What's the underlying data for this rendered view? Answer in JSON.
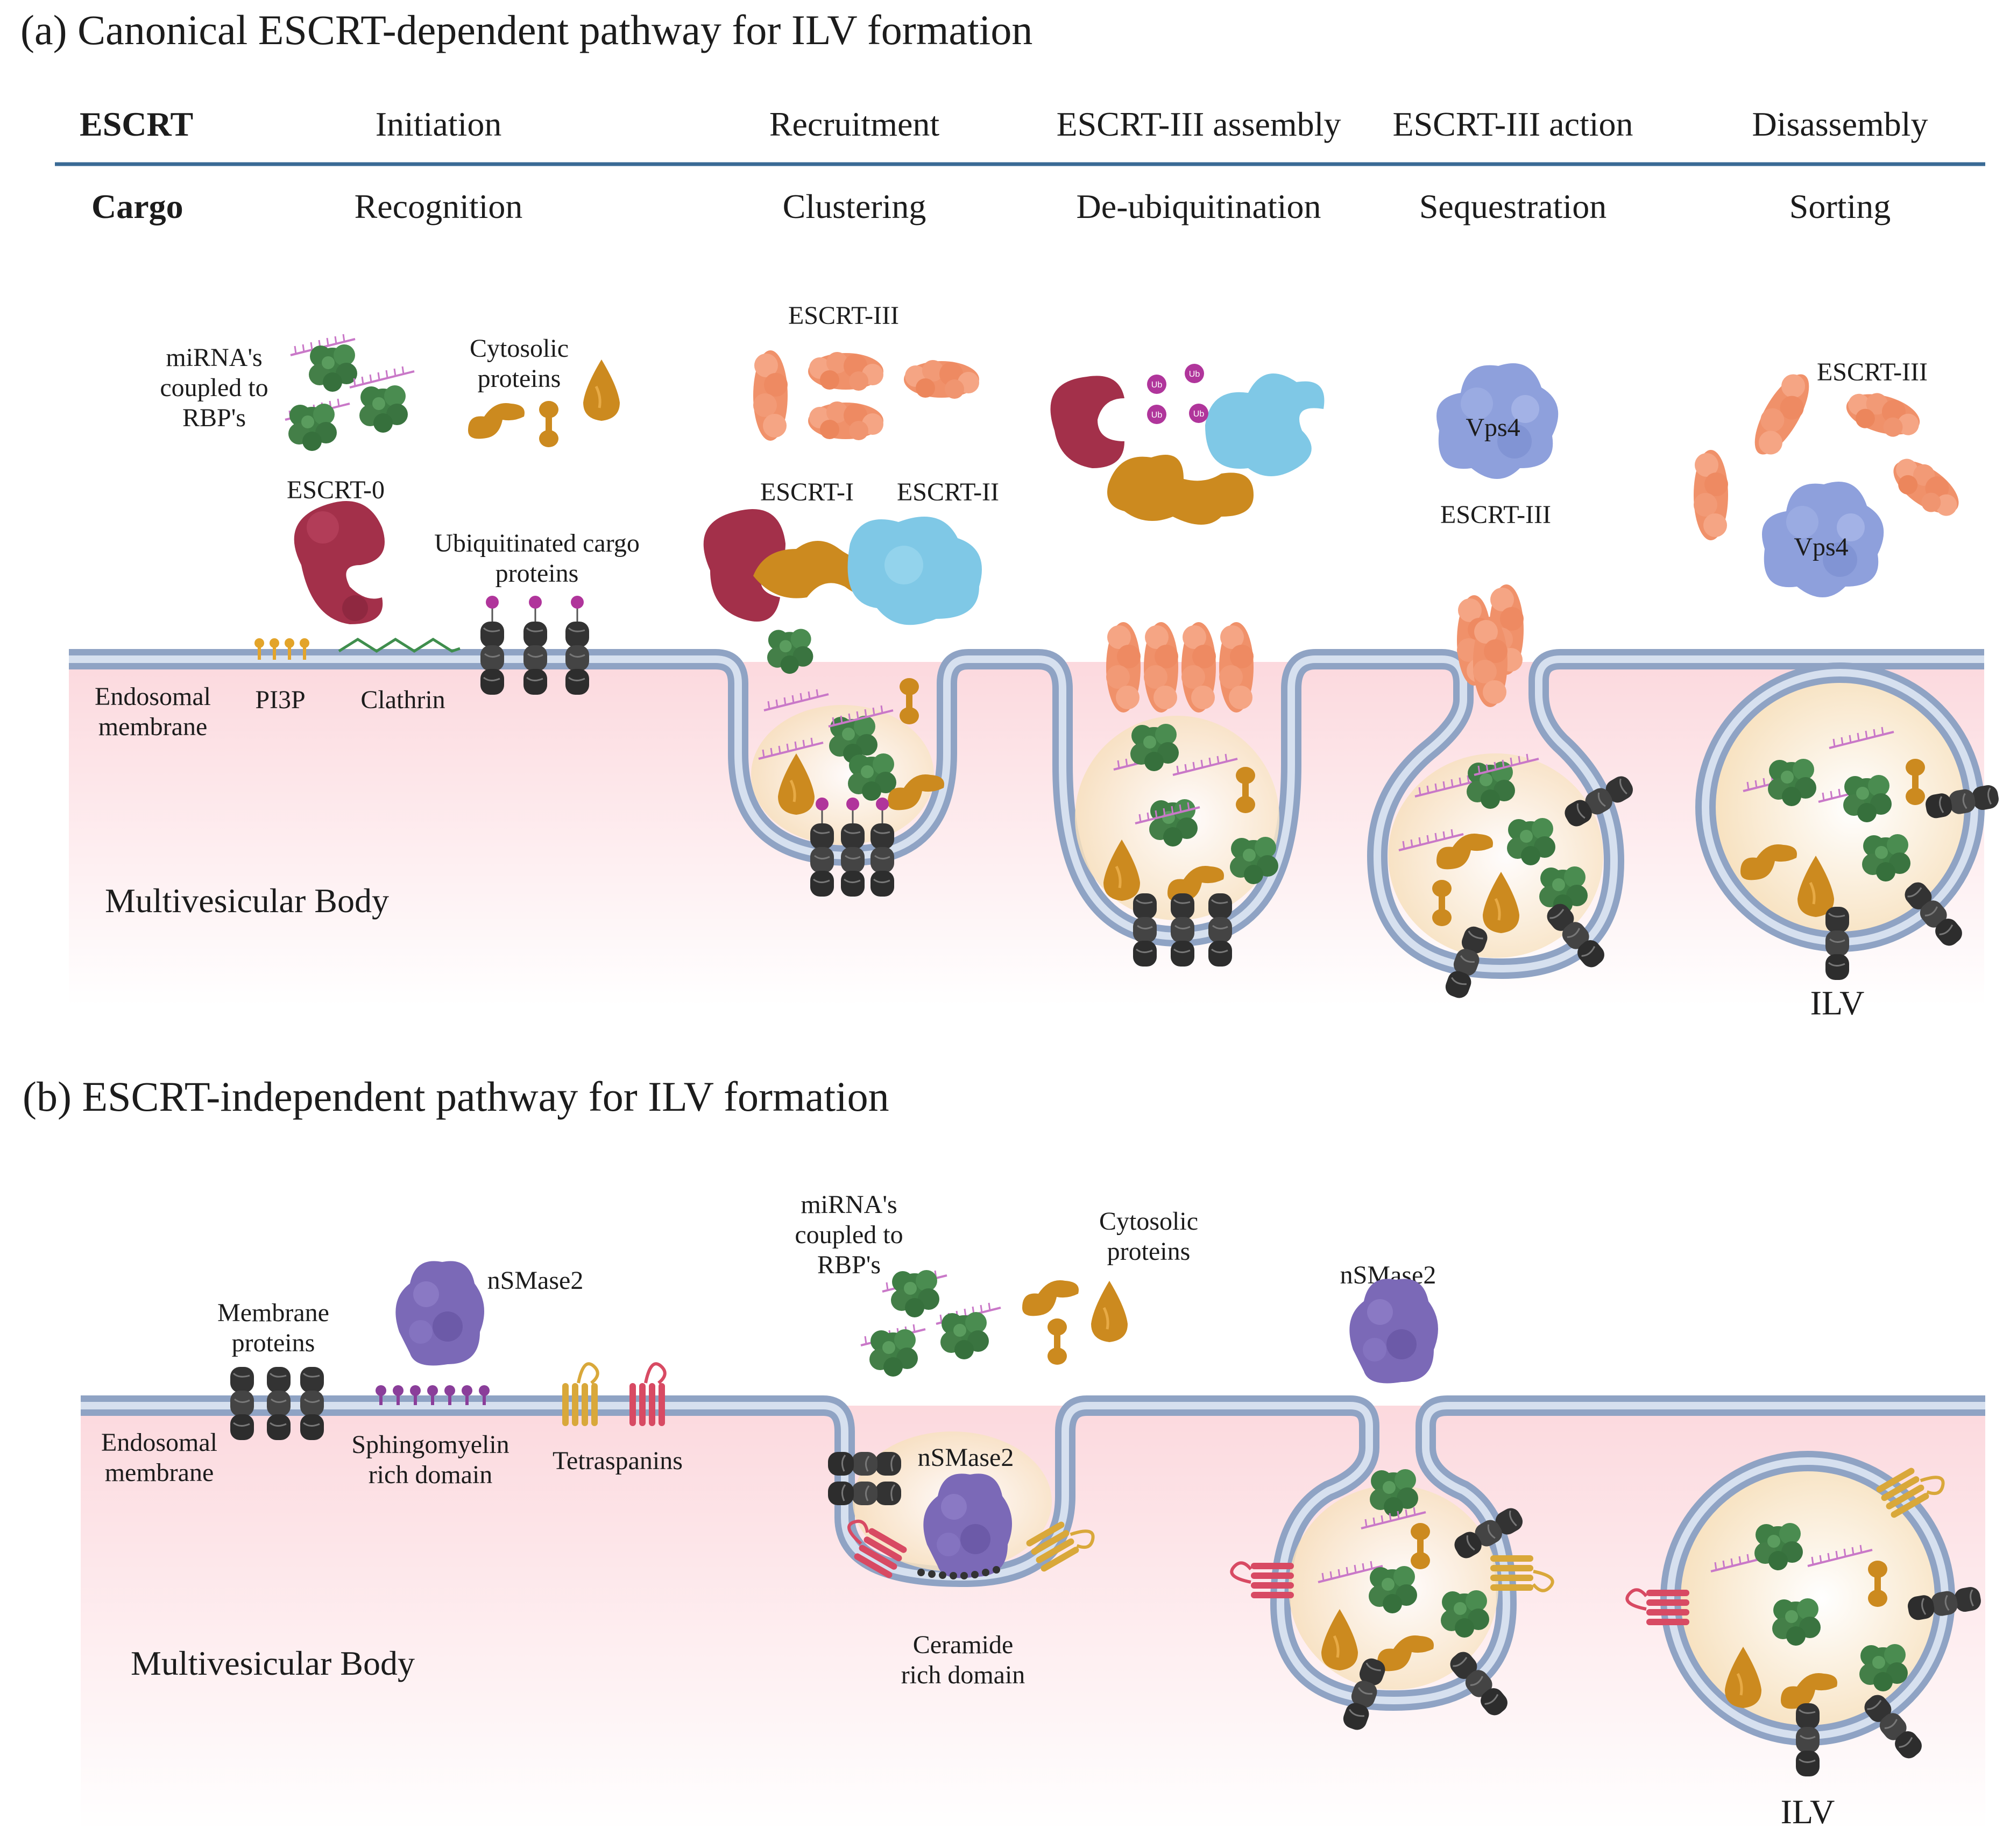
{
  "panel_a": {
    "title": "(a) Canonical ESCRT-dependent pathway for ILV formation",
    "row_escrt_label": "ESCRT",
    "row_cargo_label": "Cargo",
    "escrt_steps": [
      "Initiation",
      "Recruitment",
      "ESCRT-III assembly",
      "ESCRT-III action",
      "Disassembly"
    ],
    "cargo_steps": [
      "Recognition",
      "Clustering",
      "De-ubiquitination",
      "Sequestration",
      "Sorting"
    ],
    "labels": {
      "mirna_l1": "miRNA's",
      "mirna_l2": "coupled to",
      "mirna_l3": "RBP's",
      "cyto_l1": "Cytosolic",
      "cyto_l2": "proteins",
      "escrt0": "ESCRT-0",
      "ubcargo_l1": "Ubiquitinated cargo",
      "ubcargo_l2": "proteins",
      "endo_l1": "Endosomal",
      "endo_l2": "membrane",
      "pi3p": "PI3P",
      "clathrin": "Clathrin",
      "escrt3_top": "ESCRT-III",
      "escrt1": "ESCRT-I",
      "escrt2": "ESCRT-II",
      "vps4_a": "Vps4",
      "escrt3_under_vps4": "ESCRT-III",
      "escrt3_right": "ESCRT-III",
      "vps4_b": "Vps4",
      "mvb": "Multivesicular Body",
      "ilv": "ILV",
      "ub": "Ub"
    }
  },
  "panel_b": {
    "title": "(b) ESCRT-independent pathway for ILV formation",
    "labels": {
      "memprot_l1": "Membrane",
      "memprot_l2": "proteins",
      "nsmase_1": "nSMase2",
      "endo_l1": "Endosomal",
      "endo_l2": "membrane",
      "sphingo_l1": "Sphingomyelin",
      "sphingo_l2": "rich domain",
      "tetra": "Tetraspanins",
      "mirna_l1": "miRNA's",
      "mirna_l2": "coupled to",
      "mirna_l3": "RBP's",
      "cyto_l1": "Cytosolic",
      "cyto_l2": "proteins",
      "nsmase_2": "nSMase2",
      "nsmase_3": "nSMase2",
      "ceramide_l1": "Ceramide",
      "ceramide_l2": "rich domain",
      "mvb": "Multivesicular Body",
      "ilv": "ILV"
    }
  },
  "colors": {
    "escrt0": "#a3304a",
    "escrt1": "#a3304a",
    "escrt2": "#7fc8e6",
    "escrt3": "#f0916a",
    "vps4": "#8ea0dc",
    "cargo_dark": "#3a3a3a",
    "rbp_green": "#3f7e45",
    "cytosolic_orange": "#cc8a1f",
    "mirna_pink": "#c978c8",
    "membrane": "#a7b8d4",
    "lumen_pink": "#fde3e6",
    "vesicle_fill": "#fbe9cf",
    "nsmase": "#7b69b7",
    "tetra_yellow": "#d9a83a",
    "tetra_red": "#d84a63",
    "divider_blue": "#3a6a95"
  }
}
